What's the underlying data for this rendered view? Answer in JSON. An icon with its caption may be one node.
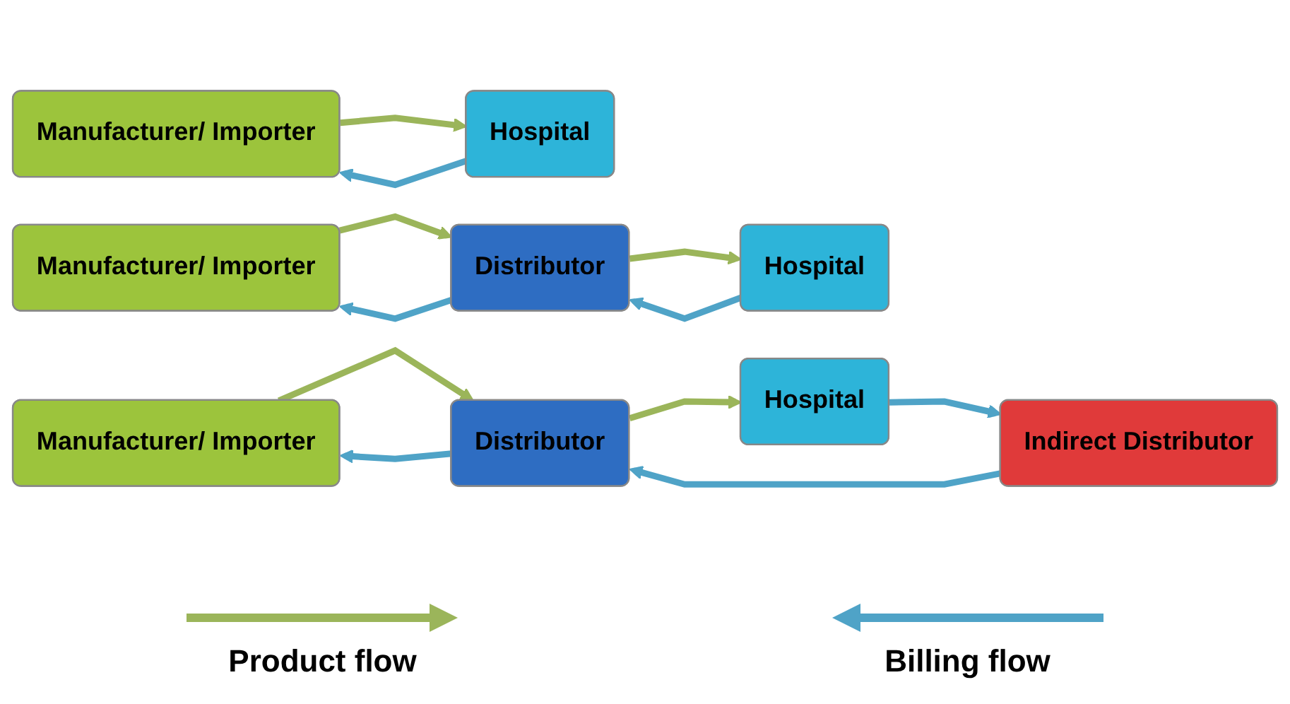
{
  "diagram": {
    "nodes": [
      {
        "text": [
          "Manufacturer/ Importer"
        ]
      },
      {
        "text": [
          "Hospital"
        ]
      },
      {
        "text": [
          "Manufacturer/ Importer"
        ]
      },
      {
        "text": [
          "Distributor"
        ]
      },
      {
        "text": [
          "Hospital"
        ]
      },
      {
        "text": [
          "Manufacturer/ Importer"
        ]
      },
      {
        "text": [
          "Distributor"
        ]
      },
      {
        "text": [
          "Indirect Distributor"
        ]
      },
      {
        "text": [
          "Hospital"
        ]
      }
    ],
    "edges": [
      {
        "from": 0,
        "to": 1,
        "arrow": "to",
        "color": "#9bb55a"
      },
      {
        "from": 1,
        "to": 0,
        "arrow": "to",
        "color": "#4fa3c7"
      },
      {
        "from": 2,
        "to": 3,
        "arrow": "to",
        "color": "#9bb55a"
      },
      {
        "from": 3,
        "to": 2,
        "arrow": "to",
        "color": "#4fa3c7"
      },
      {
        "from": 3,
        "to": 4,
        "arrow": "to",
        "color": "#9bb55a"
      },
      {
        "from": 4,
        "to": 3,
        "arrow": "to",
        "color": "#4fa3c7"
      },
      {
        "from": 5,
        "to": 6,
        "arrow": "to",
        "color": "#9bb55a"
      },
      {
        "from": 6,
        "to": 5,
        "arrow": "to",
        "color": "#4fa3c7"
      },
      {
        "from": 6,
        "to": 8,
        "arrow": "to",
        "color": "#9bb55a"
      },
      {
        "from": 7,
        "to": 6,
        "arrow": "to",
        "color": "#4fa3c7"
      },
      {
        "from": 8,
        "to": 7,
        "arrow": "to",
        "color": "#4fa3c7"
      }
    ],
    "legend": [
      {
        "text": "Product flow"
      },
      {
        "text": "Billing flow"
      }
    ]
  }
}
